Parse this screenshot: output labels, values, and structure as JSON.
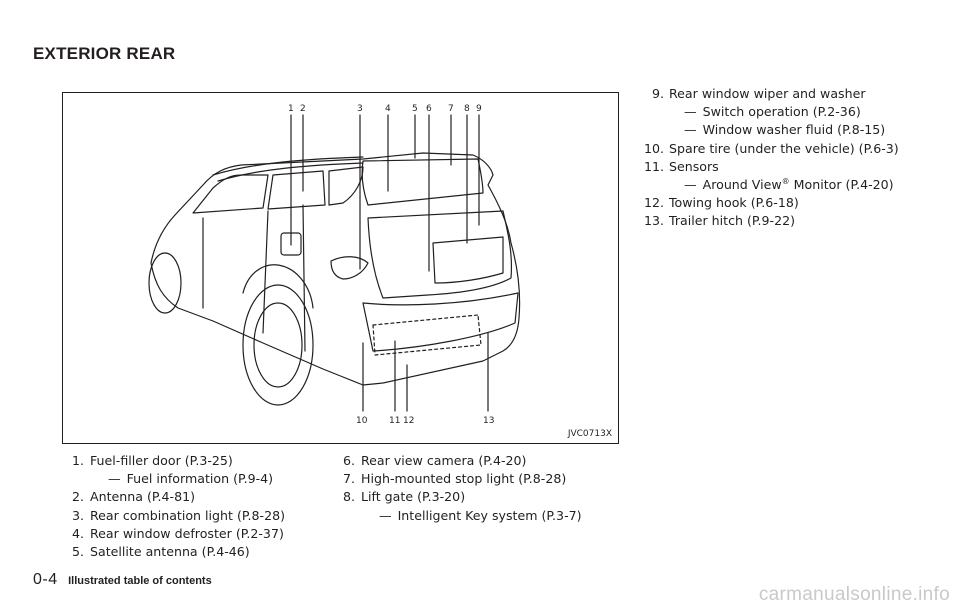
{
  "section_title": "EXTERIOR REAR",
  "figure": {
    "code": "JVC0713X",
    "callouts": [
      "1",
      "2",
      "3",
      "4",
      "5",
      "6",
      "7",
      "8",
      "9",
      "10",
      "11",
      "12",
      "13"
    ]
  },
  "list_left": [
    {
      "num": "1.",
      "text": "Fuel-filler door (P.3-25)",
      "subs": [
        "Fuel information (P.9-4)"
      ]
    },
    {
      "num": "2.",
      "text": "Antenna (P.4-81)",
      "subs": []
    },
    {
      "num": "3.",
      "text": "Rear combination light (P.8-28)",
      "subs": []
    },
    {
      "num": "4.",
      "text": "Rear window defroster (P.2-37)",
      "subs": []
    },
    {
      "num": "5.",
      "text": "Satellite antenna (P.4-46)",
      "subs": []
    }
  ],
  "list_mid": [
    {
      "num": "6.",
      "text": "Rear view camera (P.4-20)",
      "subs": []
    },
    {
      "num": "7.",
      "text": "High-mounted stop light (P.8-28)",
      "subs": []
    },
    {
      "num": "8.",
      "text": "Lift gate (P.3-20)",
      "subs": [
        "Intelligent Key system (P.3-7)"
      ]
    }
  ],
  "list_right": [
    {
      "num": "9.",
      "text": "Rear window wiper and washer",
      "subs": [
        "Switch operation (P.2-36)",
        "Window washer fluid (P.8-15)"
      ]
    },
    {
      "num": "10.",
      "text": "Spare tire (under the vehicle) (P.6-3)",
      "subs": []
    },
    {
      "num": "11.",
      "text": "Sensors",
      "subs": []
    },
    {
      "num": "12.",
      "text": "Towing hook (P.6-18)",
      "subs": []
    },
    {
      "num": "13.",
      "text": "Trailer hitch (P.9-22)",
      "subs": []
    }
  ],
  "sensor_sub": {
    "before": "Around View",
    "sup": "®",
    "after": " Monitor (P.4-20)"
  },
  "dash": "—",
  "footer": {
    "page_number": "0-4",
    "text": "Illustrated table of contents"
  },
  "watermark": "carmanualsonline.info"
}
